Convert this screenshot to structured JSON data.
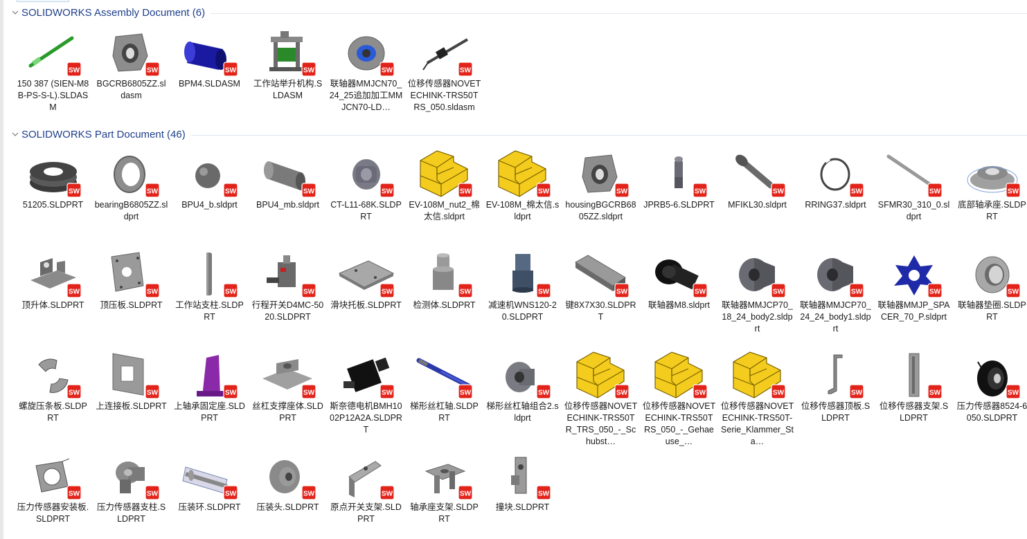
{
  "groups": [
    {
      "id": "assembly",
      "title": "SOLIDWORKS Assembly Document (6)",
      "items": [
        {
          "label": "150 387 (SIEN-M8B-PS-S-L).SLDASM",
          "icon": "sensor-rod-green-icon"
        },
        {
          "label": "BGCRB6805ZZ.sldasm",
          "icon": "bearing-housing-icon"
        },
        {
          "label": "BPM4.SLDASM",
          "icon": "blue-cylinder-icon"
        },
        {
          "label": "工作站举升机构.SLDASM",
          "icon": "lift-mechanism-icon"
        },
        {
          "label": "联轴器MMJCN70_24_25追加加工MMJCN70-LD…",
          "icon": "coupling-blue-icon"
        },
        {
          "label": "位移传感器NOVETECHINK-TRS50TRS_050.sldasm",
          "icon": "displacement-sensor-icon"
        }
      ]
    },
    {
      "id": "part",
      "title": "SOLIDWORKS Part Document (46)",
      "items": [
        {
          "label": "51205.SLDPRT",
          "icon": "thrust-bearing-icon"
        },
        {
          "label": "bearingB6805ZZ.sldprt",
          "icon": "ring-bearing-icon"
        },
        {
          "label": "BPU4_b.sldprt",
          "icon": "ball-icon"
        },
        {
          "label": "BPU4_mb.sldprt",
          "icon": "gray-cylinder-icon"
        },
        {
          "label": "CT-L11-68K.SLDPRT",
          "icon": "knob-icon"
        },
        {
          "label": "EV-108M_nut2_棉太信.sldprt",
          "icon": "yellow-block-icon"
        },
        {
          "label": "EV-108M_棉太信.sldprt",
          "icon": "yellow-block-icon"
        },
        {
          "label": "housingBGCRB6805ZZ.sldprt",
          "icon": "bearing-housing-icon"
        },
        {
          "label": "JPRB5-6.SLDPRT",
          "icon": "pin-icon"
        },
        {
          "label": "MFIKL30.sldprt",
          "icon": "bolt-icon"
        },
        {
          "label": "RRING37.sldprt",
          "icon": "retaining-ring-icon"
        },
        {
          "label": "SFMR30_310_0.sldprt",
          "icon": "shaft-icon"
        },
        {
          "label": "底部轴承座.SLDPRT",
          "icon": "bearing-seat-icon"
        },
        {
          "label": "顶升体.SLDPRT",
          "icon": "bracket-block-icon"
        },
        {
          "label": "顶压板.SLDPRT",
          "icon": "plate-holes-icon"
        },
        {
          "label": "工作站支柱.SLDPRT",
          "icon": "column-icon"
        },
        {
          "label": "行程开关D4MC-5020.SLDPRT",
          "icon": "limit-switch-icon"
        },
        {
          "label": "滑块托板.SLDPRT",
          "icon": "flat-plate-icon"
        },
        {
          "label": "检测体.SLDPRT",
          "icon": "stepped-cylinder-icon"
        },
        {
          "label": "减速机WNS120-20.SLDPRT",
          "icon": "gearbox-icon"
        },
        {
          "label": "键8X7X30.SLDPRT",
          "icon": "key-icon"
        },
        {
          "label": "联轴器M8.sldprt",
          "icon": "black-coupler-icon"
        },
        {
          "label": "联轴器MMJCP70_18_24_body2.sldprt",
          "icon": "coupling-gray-icon"
        },
        {
          "label": "联轴器MMJCP70_24_24_body1.sldprt",
          "icon": "coupling-gray-icon"
        },
        {
          "label": "联轴器MMJP_SPACER_70_P.sldprt",
          "icon": "spider-blue-icon"
        },
        {
          "label": "联轴器垫圈.SLDPRT",
          "icon": "washer-icon"
        },
        {
          "label": "螺旋压条板.SLDPRT",
          "icon": "split-ring-icon"
        },
        {
          "label": "上连接板.SLDPRT",
          "icon": "frame-plate-icon"
        },
        {
          "label": "上轴承固定座.SLDPRT",
          "icon": "purple-bracket-icon"
        },
        {
          "label": "丝杠支撑座体.SLDPRT",
          "icon": "support-block-icon"
        },
        {
          "label": "斯奈德电机BMH1002P12A2A.SLDPRT",
          "icon": "servo-motor-icon"
        },
        {
          "label": "梯形丝杠轴.SLDPRT",
          "icon": "lead-screw-icon"
        },
        {
          "label": "梯形丝杠轴组合2.sldprt",
          "icon": "flange-nut-icon"
        },
        {
          "label": "位移传感器NOVETECHINK-TRS50TR_TRS_050_-_Schubst…",
          "icon": "yellow-block-icon"
        },
        {
          "label": "位移传感器NOVETECHINK-TRS50TRS_050_-_Gehaeuse_…",
          "icon": "yellow-block-icon"
        },
        {
          "label": "位移传感器NOVETECHINK-TRS50T-Serie_Klammer_Sta…",
          "icon": "yellow-block-icon"
        },
        {
          "label": "位移传感器顶板.SLDPRT",
          "icon": "z-bracket-icon"
        },
        {
          "label": "位移传感器支架.SLDPRT",
          "icon": "channel-bracket-icon"
        },
        {
          "label": "压力传感器8524-6050.SLDPRT",
          "icon": "load-cell-icon"
        },
        {
          "label": "压力传感器安装板.SLDPRT",
          "icon": "mount-plate-icon"
        },
        {
          "label": "压力传感器支柱.SLDPRT",
          "icon": "stepped-shaft-icon"
        },
        {
          "label": "压装环.SLDPRT",
          "icon": "press-ring-icon"
        },
        {
          "label": "压装头.SLDPRT",
          "icon": "press-head-icon"
        },
        {
          "label": "原点开关支架.SLDPRT",
          "icon": "angle-bracket-icon"
        },
        {
          "label": "轴承座支架.SLDPRT",
          "icon": "seat-bracket-icon"
        },
        {
          "label": "撞块.SLDPRT",
          "icon": "bumper-block-icon"
        }
      ]
    }
  ],
  "badge": {
    "text": "SW",
    "color": "#e2231a"
  }
}
